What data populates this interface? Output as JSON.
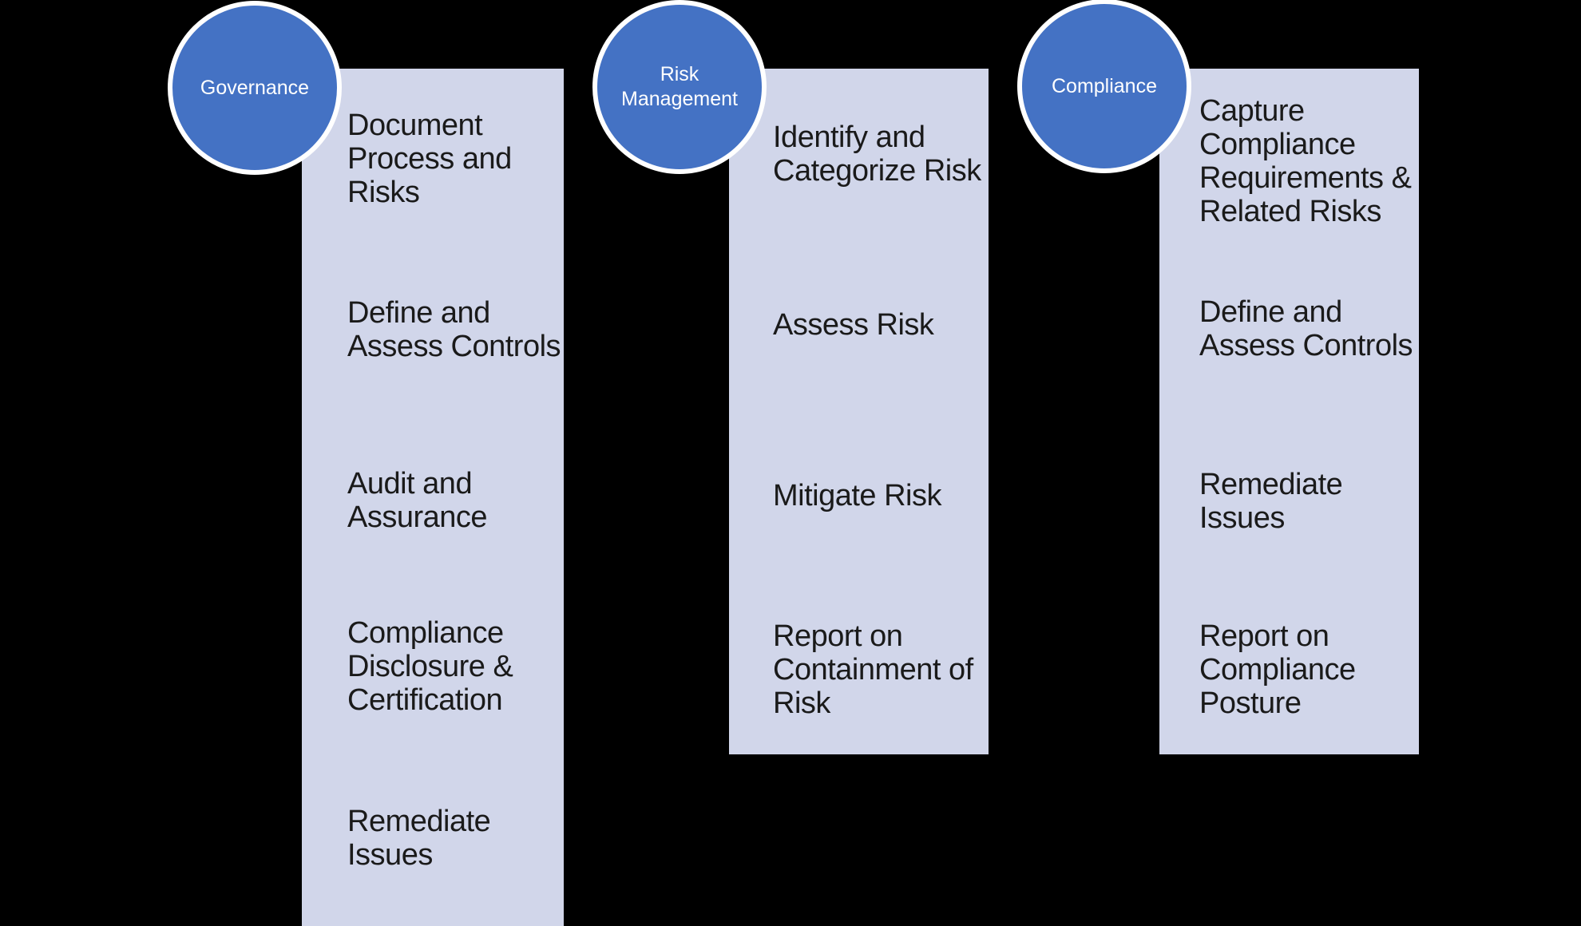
{
  "palette": {
    "background": "#000000",
    "panel_fill": "#D1D6EA",
    "circle_fill": "#4472C4",
    "circle_border": "#FFFFFF",
    "circle_text": "#FFFFFF",
    "text": "#1A1A1A"
  },
  "columns": [
    {
      "label": "Governance",
      "items": [
        "Document\nProcess and\nRisks",
        "Define and\nAssess Controls",
        "Audit and\nAssurance",
        "Compliance\nDisclosure &\nCertification",
        "Remediate\nIssues"
      ]
    },
    {
      "label": "Risk\nManagement",
      "items": [
        "Identify and\nCategorize Risk",
        "Assess Risk",
        "Mitigate Risk",
        "Report on\nContainment of\nRisk"
      ]
    },
    {
      "label": "Compliance",
      "items": [
        "Capture\nCompliance\nRequirements &\nRelated Risks",
        "Define and\nAssess Controls",
        "Remediate\nIssues",
        "Report on\nCompliance\nPosture"
      ]
    }
  ]
}
